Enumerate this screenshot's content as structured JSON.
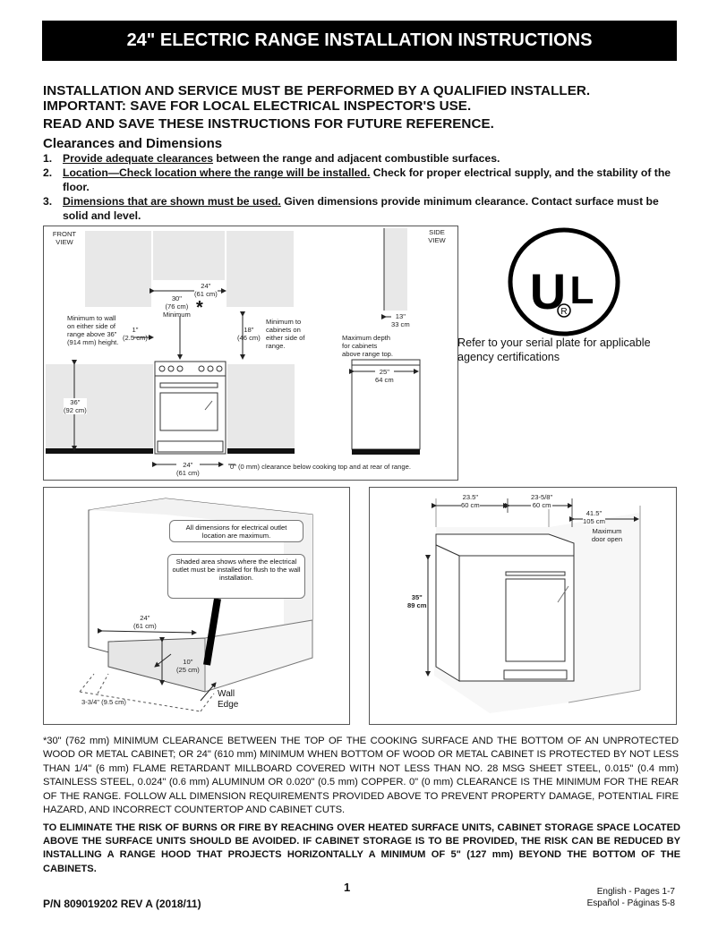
{
  "title": "24\" ELECTRIC RANGE INSTALLATION INSTRUCTIONS",
  "header_lines": [
    "INSTALLATION AND SERVICE MUST BE PERFORMED BY A QUALIFIED INSTALLER.",
    "IMPORTANT: SAVE FOR LOCAL ELECTRICAL INSPECTOR'S USE.",
    "READ AND SAVE THESE INSTRUCTIONS FOR FUTURE REFERENCE."
  ],
  "section_heading": "Clearances and Dimensions",
  "list": [
    {
      "num": "1.",
      "underlined": "Provide adequate clearances",
      "rest": " between the range and adjacent combustible surfaces."
    },
    {
      "num": "2.",
      "underlined": "Location—Check location where the range will be installed.",
      "rest": " Check for proper electrical supply, and the stability of the floor."
    },
    {
      "num": "3.",
      "underlined": "Dimensions that are shown must be used.",
      "rest": " Given dimensions provide minimum clearance. Contact surface must be solid and level."
    }
  ],
  "front_view": {
    "front_label": "FRONT VIEW",
    "side_label": "SIDE VIEW",
    "dim_24_top": "24\"",
    "dim_24_top_cm": "(61 cm)",
    "dim_30": "30\"",
    "dim_30_cm": "(76 cm)",
    "dim_30_min": "Minimum",
    "asterisk": "*",
    "min_wall": "Minimum to wall on either side of range above 36” (914 mm) height.",
    "dim_1": "1\"",
    "dim_1_cm": "(2.5 cm)",
    "dim_18": "18\"",
    "dim_18_cm": "(46 cm)",
    "min_cab": "Minimum to cabinets on either side of range.",
    "dim_13": "13\"",
    "dim_13_cm": "33 cm",
    "max_depth": "Maximum depth for cabinets above range top.",
    "dim_25": "25\"",
    "dim_25_cm": "64 cm",
    "dim_36": "36\"",
    "dim_36_cm": "(92 cm)",
    "dim_24_bot": "24\"",
    "dim_24_bot_cm": "(61 cm)",
    "zero_clear": "0\" (0 mm) clearance below cooking top and at rear of range."
  },
  "ul": {
    "mark": "UL",
    "registered": "R",
    "text": "Refer to your serial plate for applicable agency certifications"
  },
  "outlet_diagram": {
    "note1": "All dimensions for electrical outlet location are maximum.",
    "note2": "Shaded area shows where the electrical outlet must be installed for flush to the wall installation.",
    "dim_24": "24\"",
    "dim_24_cm": "(61 cm)",
    "dim_10": "10\"",
    "dim_10_cm": "(25 cm)",
    "dim_334": "3-3/4\" (9.5 cm)",
    "wall_edge": "Wall Edge"
  },
  "oven_diagram": {
    "dim_235": "23.5\"",
    "dim_235_cm": "60 cm",
    "dim_2358": "23-5/8\"",
    "dim_2358_cm": "60 cm",
    "dim_415": "41.5\"",
    "dim_415_cm": "105 cm",
    "max_door": "Maximum door open",
    "dim_35": "35\"",
    "dim_35_cm": "89 cm"
  },
  "footnote": "*30\" (762 mm) MINIMUM CLEARANCE BETWEEN THE TOP OF THE COOKING SURFACE AND THE BOTTOM OF AN UNPROTECTED WOOD OR METAL CABINET; OR 24\" (610 mm) MINIMUM WHEN BOTTOM OF WOOD OR METAL CABINET IS PROTECTED BY NOT LESS THAN 1/4\" (6 mm) FLAME RETARDANT MILLBOARD COVERED WITH NOT LESS THAN NO. 28 MSG SHEET STEEL, 0.015\" (0.4 mm) STAINLESS STEEL, 0.024\" (0.6 mm) ALUMINUM OR 0.020\" (0.5 mm) COPPER. 0\" (0 mm) CLEARANCE IS THE MINIMUM FOR THE REAR OF THE RANGE. FOLLOW ALL DIMENSION REQUIREMENTS PROVIDED ABOVE TO PREVENT PROPERTY DAMAGE, POTENTIAL FIRE HAZARD, AND INCORRECT COUNTERTOP AND CABINET CUTS.",
  "warning": "TO ELIMINATE THE RISK OF BURNS OR FIRE BY REACHING OVER HEATED SURFACE UNITS, CABINET STORAGE SPACE LOCATED ABOVE THE SURFACE UNITS SHOULD BE AVOIDED. IF CABINET STORAGE IS TO BE PROVIDED, THE RISK CAN BE REDUCED BY INSTALLING A RANGE HOOD THAT PROJECTS HORIZONTALLY A MINIMUM OF 5\" (127 mm) BEYOND THE BOTTOM OF THE CABINETS.",
  "page_number": "1",
  "part_number": "P/N  809019202 REV A (2018/11)",
  "lang_english": "English - Pages 1-7",
  "lang_spanish": "Español - Páginas 5-8"
}
